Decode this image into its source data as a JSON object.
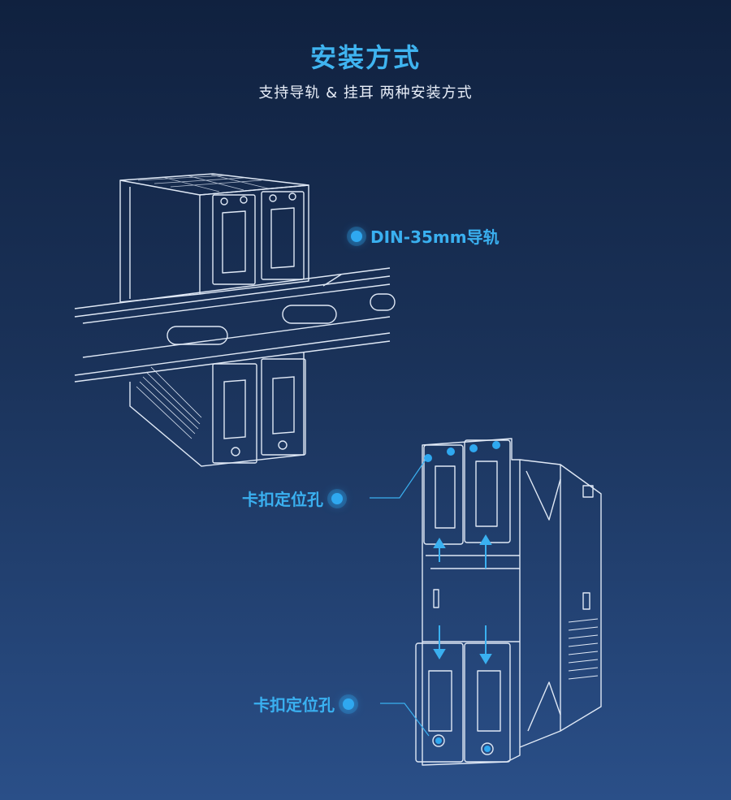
{
  "header": {
    "title": "安装方式",
    "subtitle": "支持导轨 & 挂耳 两种安装方式"
  },
  "callouts": {
    "rail": "DIN-35mm导轨",
    "clip_top": "卡扣定位孔",
    "clip_bottom": "卡扣定位孔"
  },
  "colors": {
    "accent": "#3ab0f0",
    "line": "#dfe8f5",
    "bg_top": "#10213f",
    "bg_bottom": "#2a4f88"
  }
}
